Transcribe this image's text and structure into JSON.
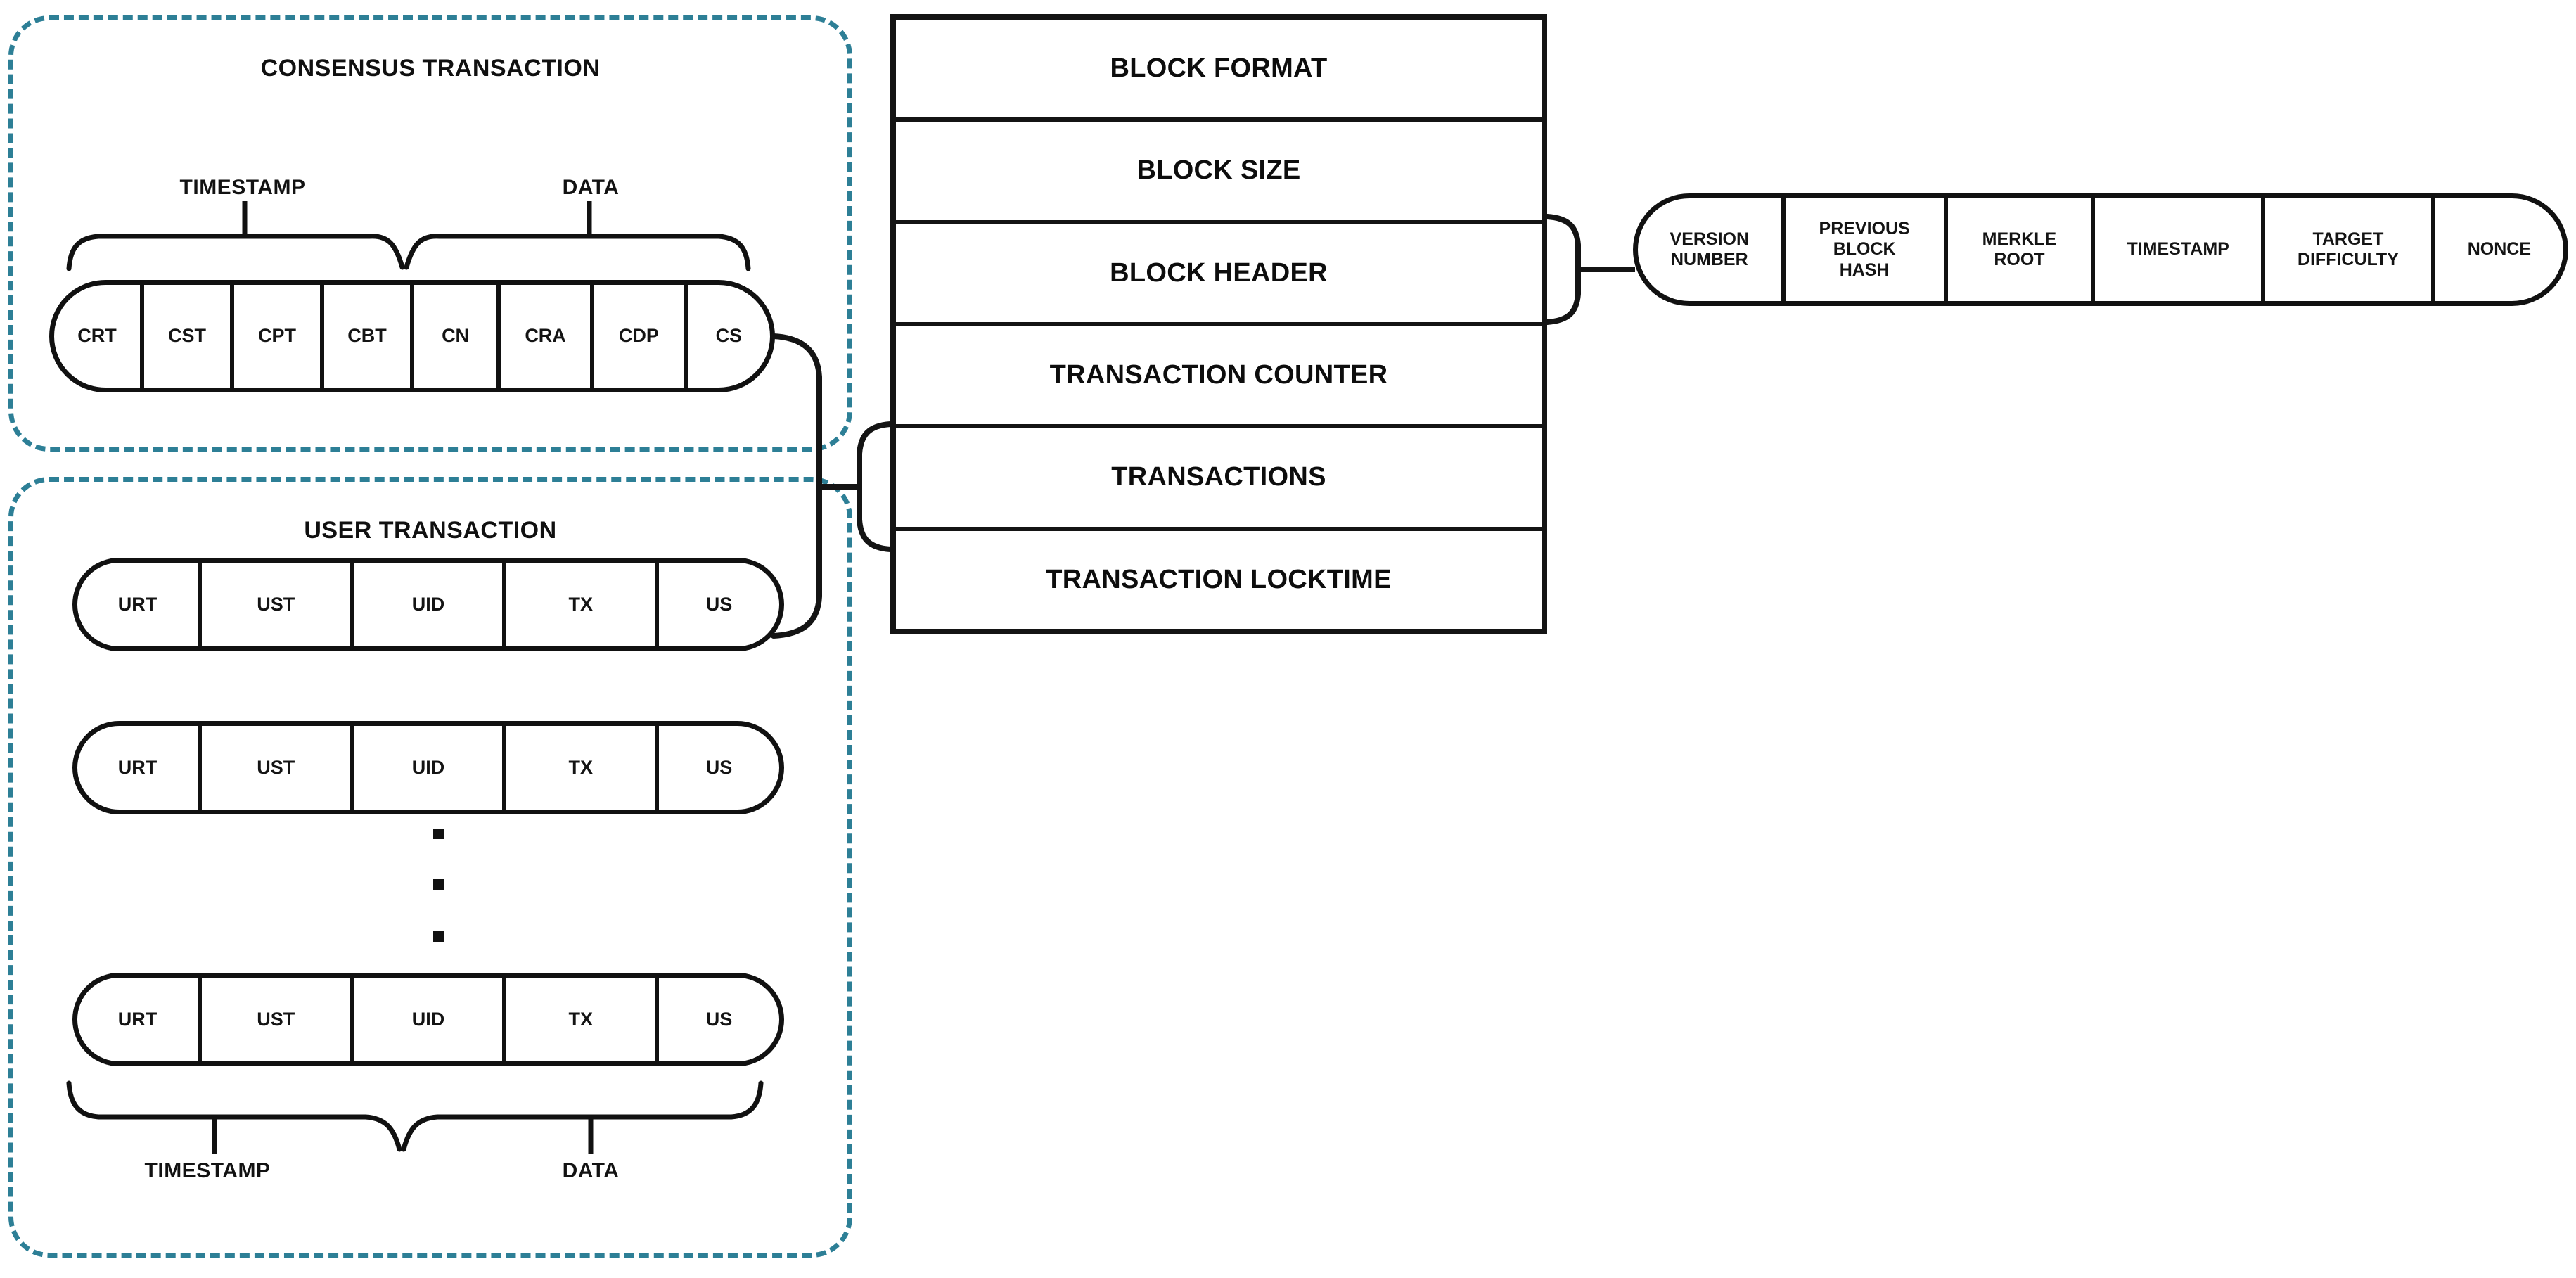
{
  "diagram": {
    "title_consensus": "CONSENSUS TRANSACTION",
    "title_user": "USER TRANSACTION"
  },
  "consensus_transaction": {
    "label": "CONSENSUS TRANSACTION",
    "brace_timestamp": "TIMESTAMP",
    "brace_data": "DATA",
    "fields": [
      {
        "name": "CRT",
        "group": "timestamp"
      },
      {
        "name": "CST",
        "group": "timestamp"
      },
      {
        "name": "CPT",
        "group": "timestamp"
      },
      {
        "name": "CBT",
        "group": "timestamp"
      },
      {
        "name": "CN",
        "group": "data"
      },
      {
        "name": "CRA",
        "group": "data"
      },
      {
        "name": "CDP",
        "group": "data"
      },
      {
        "name": "CS",
        "group": "data"
      }
    ]
  },
  "user_transaction": {
    "label": "USER TRANSACTION",
    "brace_timestamp": "TIMESTAMP",
    "brace_data": "DATA",
    "fields": [
      {
        "name": "URT",
        "group": "timestamp"
      },
      {
        "name": "UST",
        "group": "timestamp"
      },
      {
        "name": "UID",
        "group": "data"
      },
      {
        "name": "TX",
        "group": "data"
      },
      {
        "name": "US",
        "group": "data"
      }
    ],
    "rows": [
      [
        "URT",
        "UST",
        "UID",
        "TX",
        "US"
      ],
      [
        "URT",
        "UST",
        "UID",
        "TX",
        "US"
      ],
      [
        "URT",
        "UST",
        "UID",
        "TX",
        "US"
      ]
    ],
    "ellipsis": "•••"
  },
  "block": {
    "rows": [
      "BLOCK FORMAT",
      "BLOCK SIZE",
      "BLOCK HEADER",
      "TRANSACTION COUNTER",
      "TRANSACTIONS",
      "TRANSACTION LOCKTIME"
    ]
  },
  "block_header": {
    "fields": [
      "VERSION\nNUMBER",
      "PREVIOUS\nBLOCK\nHASH",
      "MERKLE\nROOT",
      "TIMESTAMP",
      "TARGET\nDIFFICULTY",
      "NONCE"
    ]
  },
  "colors": {
    "dashed_border": "#2d7f96",
    "outline": "#111111",
    "text": "#101010",
    "background": "#ffffff"
  }
}
